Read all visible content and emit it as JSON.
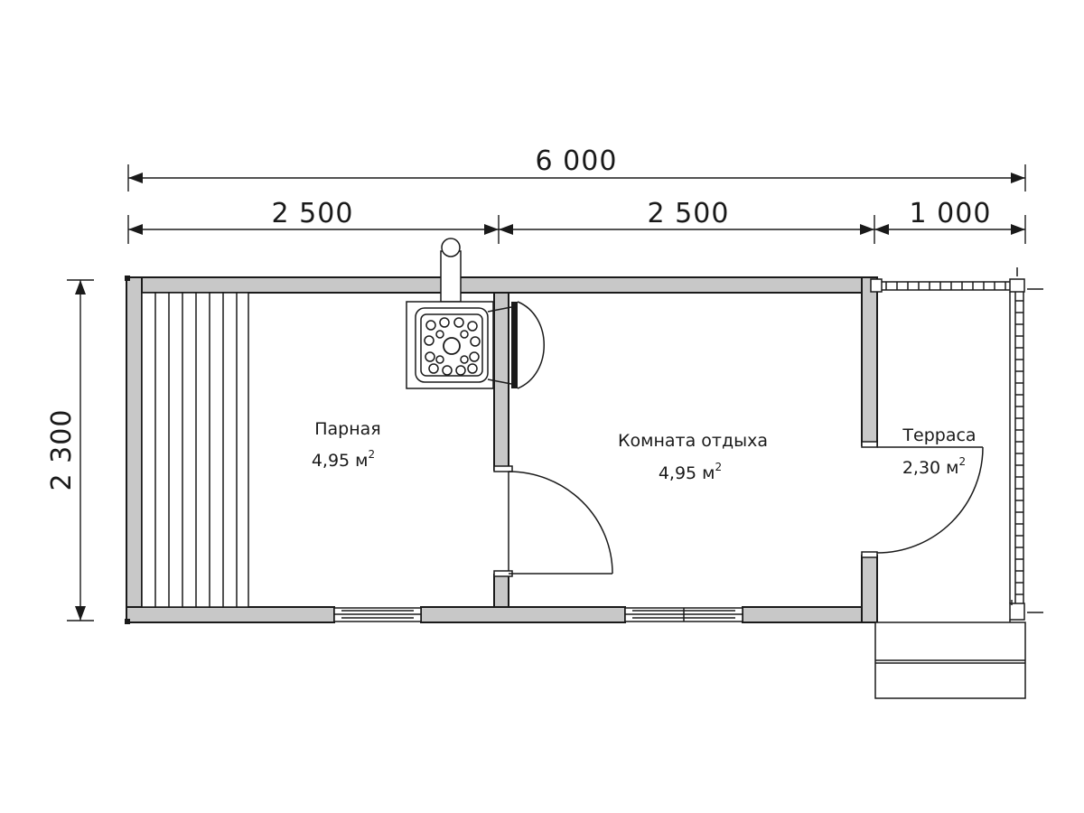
{
  "dimensions": {
    "total_width": "6 000",
    "segment_1": "2 500",
    "segment_2": "2 500",
    "segment_3": "1 000",
    "height": "2 300"
  },
  "rooms": [
    {
      "name": "Парная",
      "area": "4,95 м",
      "area_sup": "2"
    },
    {
      "name": "Комната отдыха",
      "area": "4,95 м",
      "area_sup": "2"
    },
    {
      "name": "Терраса",
      "area": "2,30 м",
      "area_sup": "2"
    }
  ],
  "colors": {
    "wall_fill": "#c8c8c8",
    "line": "#1a1a1a",
    "background": "#ffffff"
  }
}
